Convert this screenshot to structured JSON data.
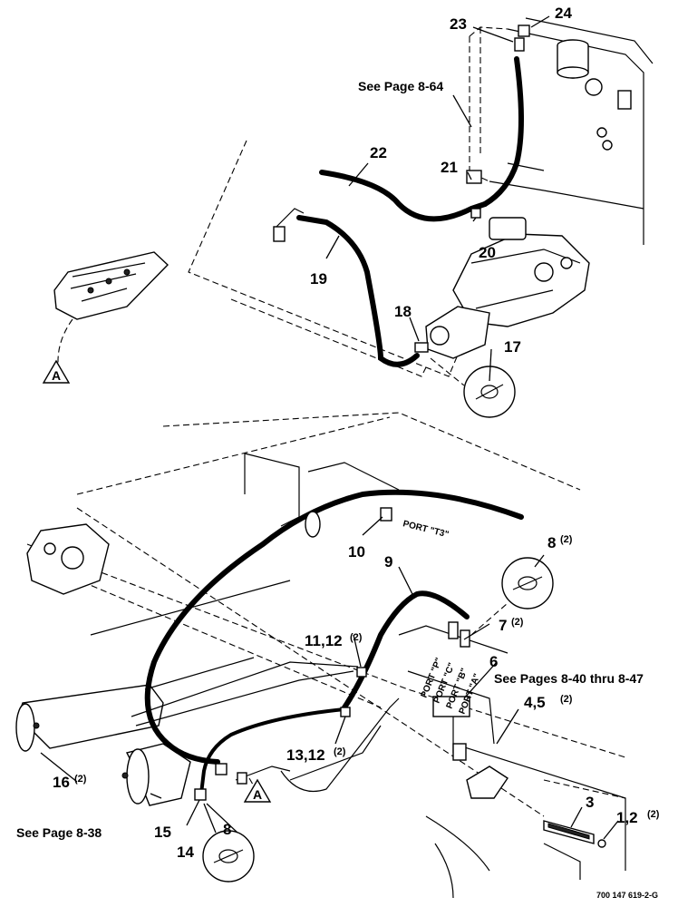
{
  "callouts": {
    "c1_2": "1,2",
    "c3": "3",
    "c4_5": "4,5",
    "c6": "6",
    "c7": "7",
    "c8_top": "8",
    "c8_bottom": "8",
    "c9": "9",
    "c10": "10",
    "c11_12": "11,12",
    "c13_12": "13,12",
    "c14": "14",
    "c15": "15",
    "c16": "16",
    "c17": "17",
    "c18": "18",
    "c19": "19",
    "c20": "20",
    "c21": "21",
    "c22": "22",
    "c23": "23",
    "c24": "24"
  },
  "quantities": {
    "q1_2": "(2)",
    "q4_5": "(2)",
    "q7": "(2)",
    "q8": "(2)",
    "q11_12": "(2)",
    "q13_12": "(2)",
    "q16": "(2)"
  },
  "references": {
    "page_8_64": "See Page 8-64",
    "pages_8_40": "See Pages 8-40 thru 8-47",
    "page_8_38": "See Page 8-38"
  },
  "ports": {
    "t3": "PORT \"T3\"",
    "p": "PORT \"P\"",
    "c": "PORT \"C\"",
    "b": "PORT \"B\"",
    "a": "PORT \"A\""
  },
  "markers": {
    "a_top": "A",
    "a_bottom": "A"
  },
  "figure_number": "700 147 619-2-G"
}
